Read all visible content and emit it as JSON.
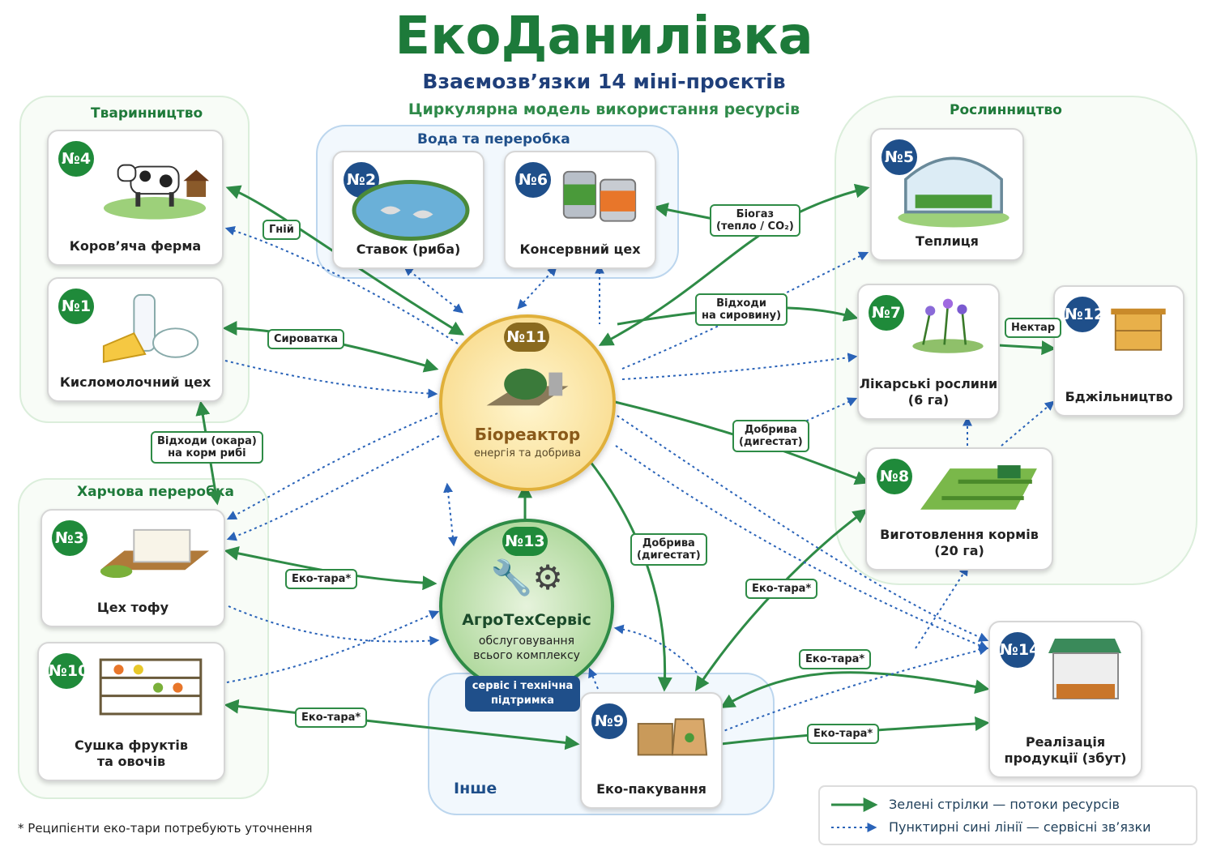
{
  "title": "ЕкоДанилівка",
  "subtitle": "Взаємозв’язки 14 міні-проєктів",
  "subtitle2": "Циркулярна модель використання ресурсів",
  "groups": {
    "animal": "Тваринництво",
    "water": "Вода та переробка",
    "plant": "Рослинництво",
    "food": "Харчова переробка",
    "other": "Інше"
  },
  "projects": {
    "p4": {
      "num": "№4",
      "name": "Коров’яча ферма"
    },
    "p1": {
      "num": "№1",
      "name": "Кисломолочний цех"
    },
    "p2": {
      "num": "№2",
      "name": "Ставок (риба)"
    },
    "p6": {
      "num": "№6",
      "name": "Консервний цех"
    },
    "p5": {
      "num": "№5",
      "name": "Теплиця"
    },
    "p7": {
      "num": "№7",
      "name": "Лікарські рослини\n(6 га)"
    },
    "p12": {
      "num": "№12",
      "name": "Бджільництво"
    },
    "p8": {
      "num": "№8",
      "name": "Виготовлення кормів\n(20 га)"
    },
    "p3": {
      "num": "№3",
      "name": "Цех тофу"
    },
    "p10": {
      "num": "№10",
      "name": "Сушка фруктів\nта овочів"
    },
    "p9": {
      "num": "№9",
      "name": "Еко-пакування"
    },
    "p14": {
      "num": "№14",
      "name": "Реалізація\nпродукції (збут)"
    }
  },
  "hub11": {
    "num": "№11",
    "name": "Біореактор",
    "desc": "енергія та добрива"
  },
  "hub13": {
    "num": "№13",
    "name": "АгроТехСервіс",
    "desc": "обслуговування\nвсього комплексу",
    "service": "сервіс і технічна\nпідтримка"
  },
  "labels": {
    "manure": "Гній",
    "whey": "Сироватка",
    "okara": "Відходи (окара)\nна корм рибі",
    "biogas": "Біогаз\n(тепло / CO₂)",
    "waste": "Відходи\nна сировину)",
    "nectar": "Нектар",
    "fert1": "Добрива\n(дигестат)",
    "fert2": "Добрива\n(дигестат)",
    "eco1": "Еко-тара*",
    "eco2": "Еко-тара*",
    "eco3": "Еко-тара*",
    "eco4": "Еко-тара*",
    "eco5": "Еко-тара*"
  },
  "legend": {
    "green": "Зелені стрілки — потоки ресурсів",
    "blue": "Пунктирні сині лінії — сервісні зв’язки"
  },
  "footnote": "* Реципієнти еко-тари потребують уточнення",
  "colors": {
    "green": "#2e8b46",
    "blue": "#2a63b8"
  }
}
